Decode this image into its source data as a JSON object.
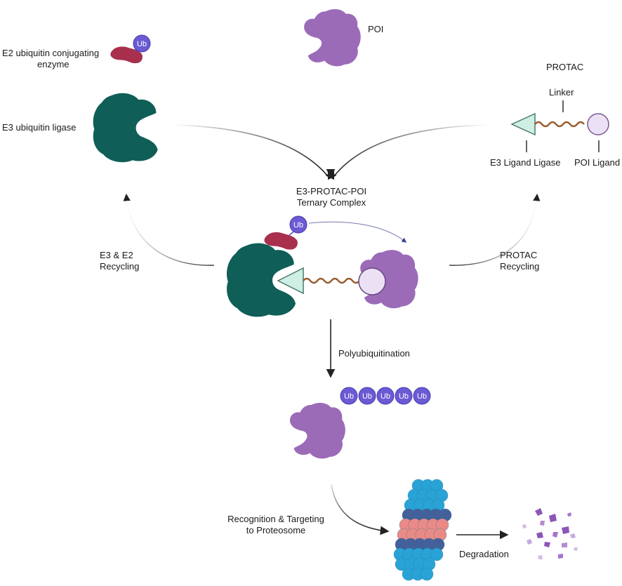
{
  "labels": {
    "e2_enzyme_line1": "E2 ubiquitin conjugating",
    "e2_enzyme_line2": "enzyme",
    "e3_ligase": "E3 ubiquitin ligase",
    "poi": "POI",
    "protac": "PROTAC",
    "linker": "Linker",
    "e3_ligand_ligase": "E3 Ligand Ligase",
    "poi_ligand": "POI Ligand",
    "ternary_line1": "E3-PROTAC-POI",
    "ternary_line2": "Ternary Complex",
    "e3e2_recycling_line1": "E3 & E2",
    "e3e2_recycling_line2": "Recycling",
    "protac_recycling_line1": "PROTAC",
    "protac_recycling_line2": "Recycling",
    "polyubiquitination": "Polyubiquitination",
    "recognition_line1": "Recognition & Targeting",
    "recognition_line2": "to Proteosome",
    "degradation": "Degradation"
  },
  "ubiquitin_label": "Ub",
  "polyubiquitin_count": 5,
  "colors": {
    "e3_ligase": "#0f5e57",
    "e2_enzyme": "#a8304c",
    "poi": "#9b6bb8",
    "ubiquitin": "#6a5ad3",
    "e3_ligand": "#cfeee4",
    "poi_ligand": "#ece0f4",
    "linker": "#9a5a28",
    "proteasome_blue": "#29a3d6",
    "proteasome_navy": "#44609a",
    "proteasome_pink": "#ea8a86",
    "arrow": "#222222"
  }
}
